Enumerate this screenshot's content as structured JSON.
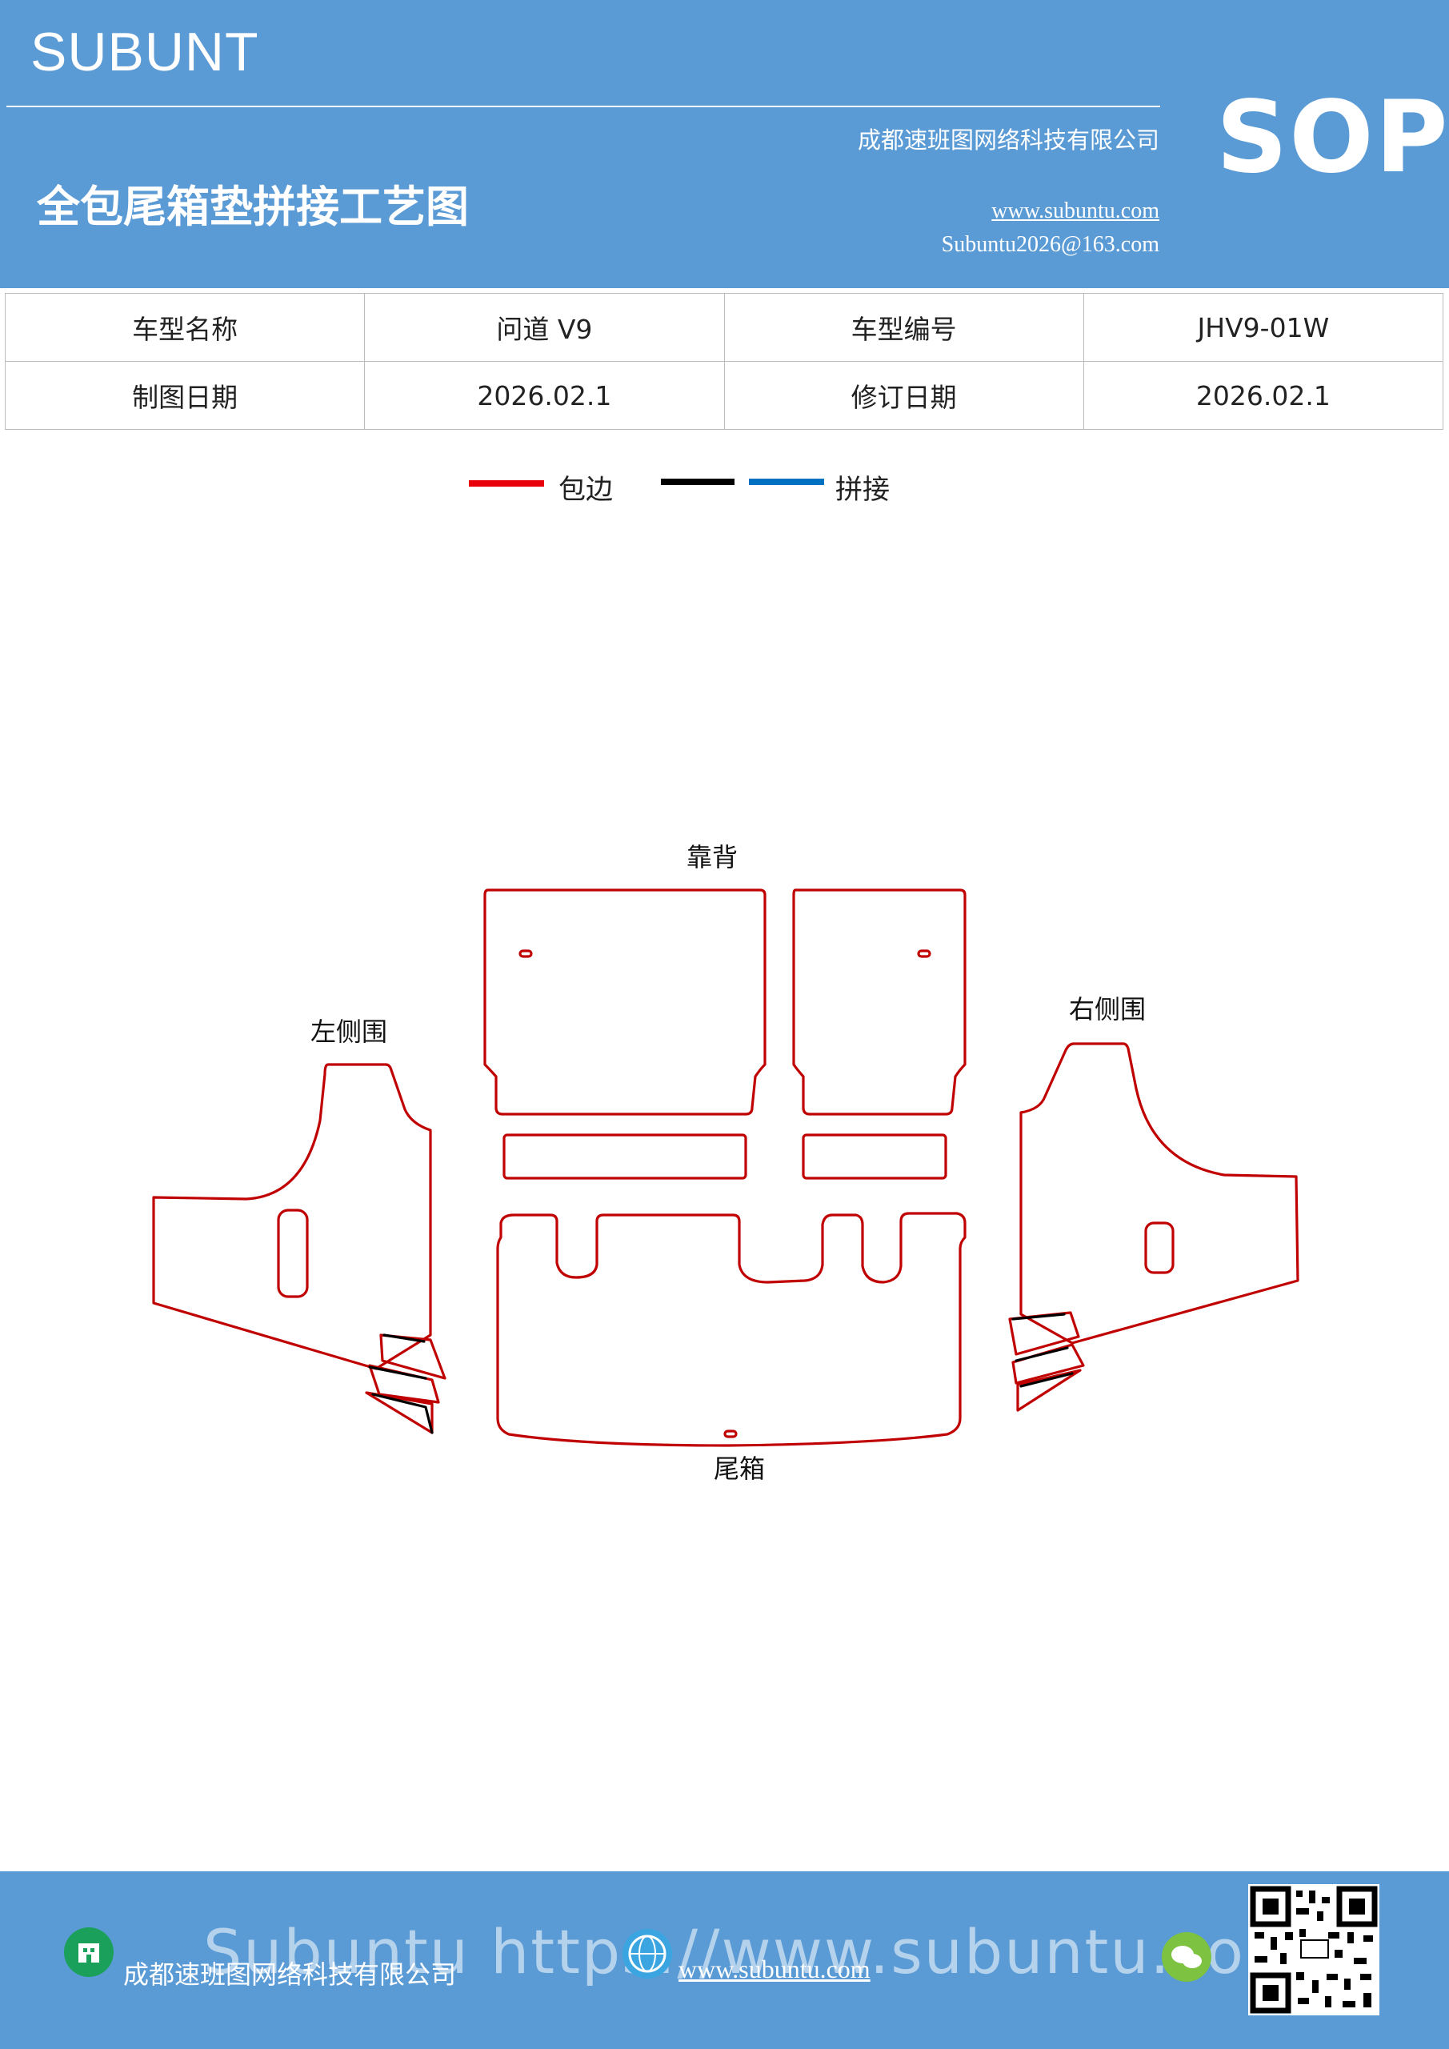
{
  "header": {
    "brand": "SUBUNT",
    "title": "全包尾箱垫拼接工艺图",
    "company": "成都速班图网络科技有限公司",
    "website": "www.subuntu.com",
    "email": "Subuntu2026@163.com",
    "sop": "SOP"
  },
  "info_table": {
    "rows": [
      [
        "车型名称",
        "问道 V9",
        "车型编号",
        "JHV9-01W"
      ],
      [
        "制图日期",
        "2026.02.1",
        "修订日期",
        "2026.02.1"
      ]
    ]
  },
  "legend": {
    "items": [
      {
        "label": "包边",
        "color": "#e8000b"
      },
      {
        "label": "",
        "color": "#000000"
      },
      {
        "label": "拼接",
        "color": "#0070c0"
      }
    ]
  },
  "diagram": {
    "labels": {
      "backrest": "靠背",
      "left_side": "左侧围",
      "right_side": "右侧围",
      "trunk": "尾箱"
    },
    "colors": {
      "edge": "#c00000",
      "splice": "#000000"
    }
  },
  "footer": {
    "company": "成都速班图网络科技有限公司",
    "website": "www.subuntu.com",
    "watermark": "Subuntu https://www.subuntu.com",
    "icons": [
      "building-icon",
      "globe-icon",
      "wechat-icon",
      "qr-code"
    ]
  }
}
